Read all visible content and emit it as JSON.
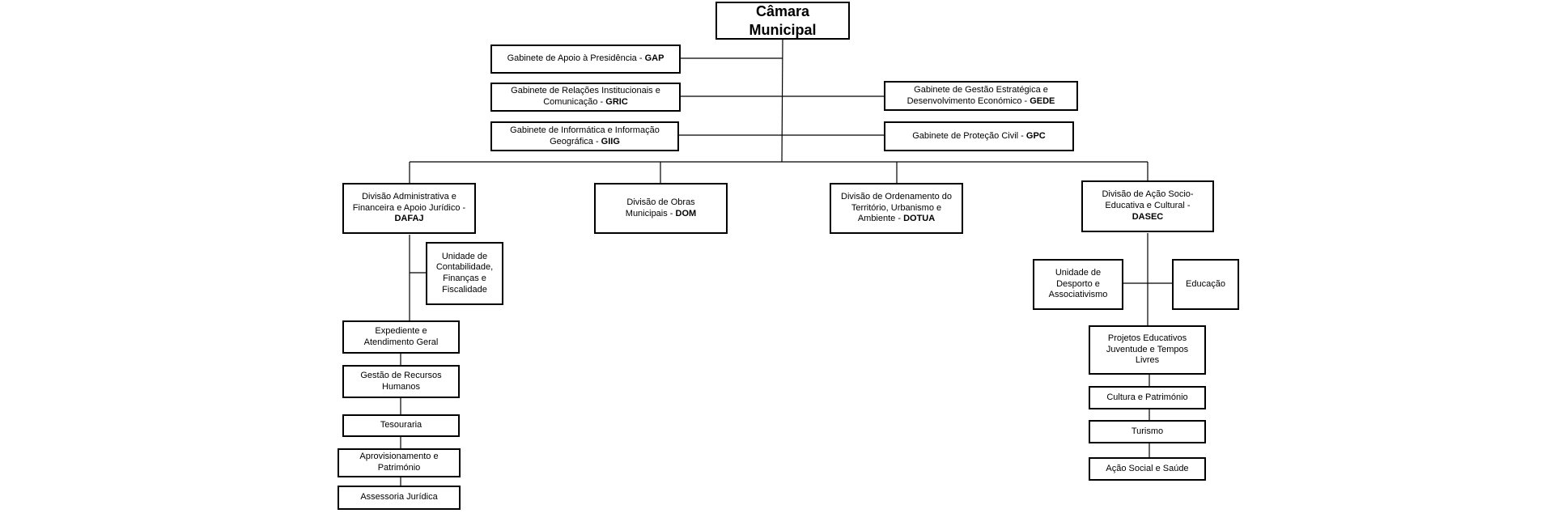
{
  "title": "Câmara Municipal",
  "gabinetes": {
    "gap": {
      "text": "Gabinete de Apoio à Presidência - ",
      "code": "GAP"
    },
    "gric": {
      "text": "Gabinete de Relações Institucionais e Comunicação - ",
      "code": "GRIC"
    },
    "giig": {
      "text": "Gabinete de Informática e Informação Geográfica - ",
      "code": "GIIG"
    },
    "gede": {
      "text": "Gabinete de Gestão Estratégica e Desenvolvimento Económico - ",
      "code": "GEDE"
    },
    "gpc": {
      "text": "Gabinete de Proteção Civil - ",
      "code": "GPC"
    }
  },
  "divisoes": {
    "dafaj": {
      "text": "Divisão Administrativa e Financeira e Apoio Jurídico - ",
      "code": "DAFAJ"
    },
    "dom": {
      "text": "Divisão de Obras Municipais - ",
      "code": "DOM"
    },
    "dotua": {
      "text": "Divisão de Ordenamento do Território, Urbanismo e Ambiente - ",
      "code": "DOTUA"
    },
    "dasec": {
      "text": "Divisão de Ação Socio-Educativa e Cultural - ",
      "code": "DASEC"
    }
  },
  "dafaj_units": {
    "contabilidade": "Unidade de Contabilidade, Finanças e Fiscalidade",
    "expediente": "Expediente e Atendimento Geral",
    "rh": "Gestão de Recursos Humanos",
    "tesouraria": "Tesouraria",
    "aprovisionamento": "Aprovisionamento e Património",
    "assessoria": "Assessoria Jurídica"
  },
  "dasec_units": {
    "desporto": "Unidade de Desporto e Associativismo",
    "educacao": "Educação",
    "projetos": "Projetos Educativos Juventude e Tempos Livres",
    "cultura": "Cultura e Património",
    "turismo": "Turismo",
    "acao_social": "Ação Social e Saúde"
  }
}
